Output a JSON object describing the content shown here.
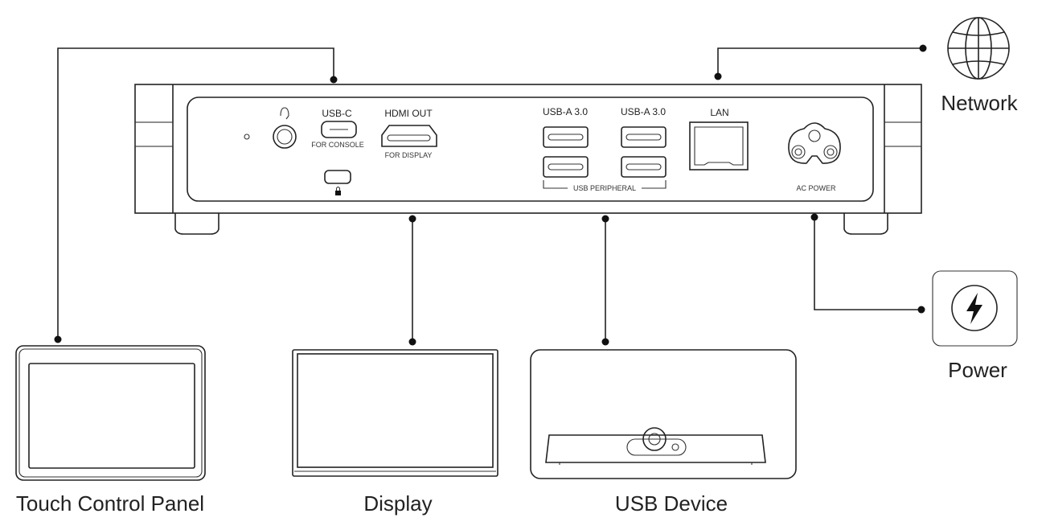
{
  "device": {
    "ports": {
      "usb_c": "USB-C",
      "usb_c_sub": "FOR CONSOLE",
      "hdmi": "HDMI OUT",
      "hdmi_sub": "FOR DISPLAY",
      "usb_a_1": "USB-A 3.0",
      "usb_a_2": "USB-A 3.0",
      "usb_group": "USB PERIPHERAL",
      "lan": "LAN",
      "ac": "AC POWER"
    },
    "icons": [
      "led-indicator",
      "headphone-icon",
      "lock-icon"
    ]
  },
  "peripherals": {
    "touch_panel": "Touch Control Panel",
    "display": "Display",
    "usb_device": "USB Device",
    "network": "Network",
    "power": "Power"
  },
  "colors": {
    "line": "#222222",
    "background": "#ffffff"
  }
}
